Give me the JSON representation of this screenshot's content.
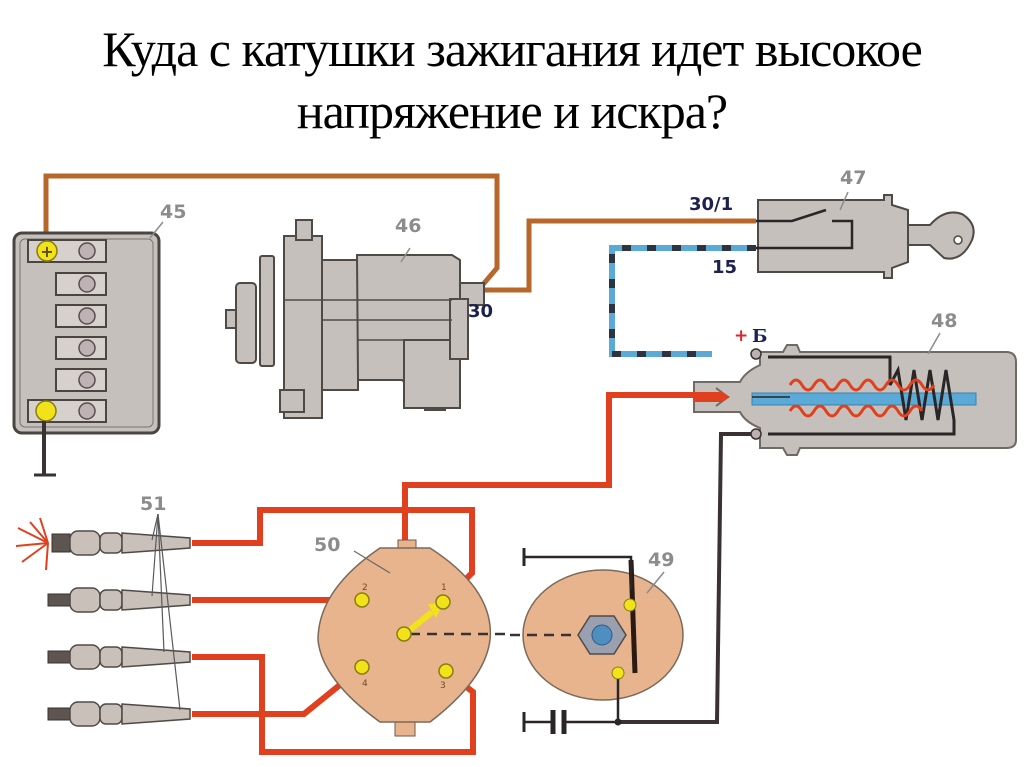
{
  "title": {
    "line1": "Куда с катушки зажигания идет высокое",
    "line2": "напряжение и искра?"
  },
  "components": {
    "battery": {
      "label": "45",
      "positive_symbol": "+"
    },
    "generator": {
      "label": "46",
      "terminal": "30"
    },
    "ignition_switch": {
      "label": "47",
      "terminal_in": "30/1",
      "terminal_out": "15"
    },
    "ignition_coil": {
      "label": "48",
      "terminal_plus": "+",
      "terminal_b": "Б"
    },
    "breaker": {
      "label": "49"
    },
    "distributor": {
      "label": "50",
      "pins": [
        "1",
        "2",
        "3",
        "4"
      ]
    },
    "spark_plugs": {
      "label": "51",
      "count": 4
    }
  },
  "colors": {
    "power_wire": "#b8672a",
    "switched_wire": "#5aa9d6",
    "high_voltage_wire": "#e0401e",
    "ground_wire": "#3a3232",
    "component_gray": "#c5c0bb",
    "distributor_fill": "#e8b48e",
    "terminal_yellow": "#f2e21a"
  }
}
